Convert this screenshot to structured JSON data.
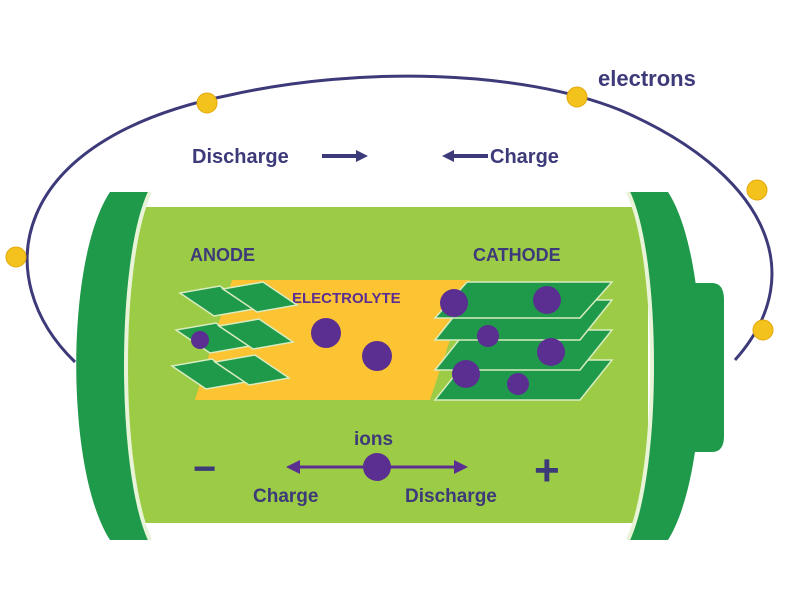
{
  "labels": {
    "electrons": "electrons",
    "discharge_top": "Discharge",
    "charge_top": "Charge",
    "anode": "ANODE",
    "cathode": "CATHODE",
    "electrolyte": "ELECTROLYTE",
    "ions": "ions",
    "minus": "−",
    "plus": "+",
    "charge_bottom": "Charge",
    "discharge_bottom": "Discharge"
  },
  "colors": {
    "navy": "#3d3a7a",
    "dark_green": "#1f9a4b",
    "light_green": "#9ccb45",
    "electrolyte": "#fcc332",
    "electron": "#f4c21c",
    "ion": "#5b2f91",
    "sheet_edge": "#d9ecc0"
  }
}
